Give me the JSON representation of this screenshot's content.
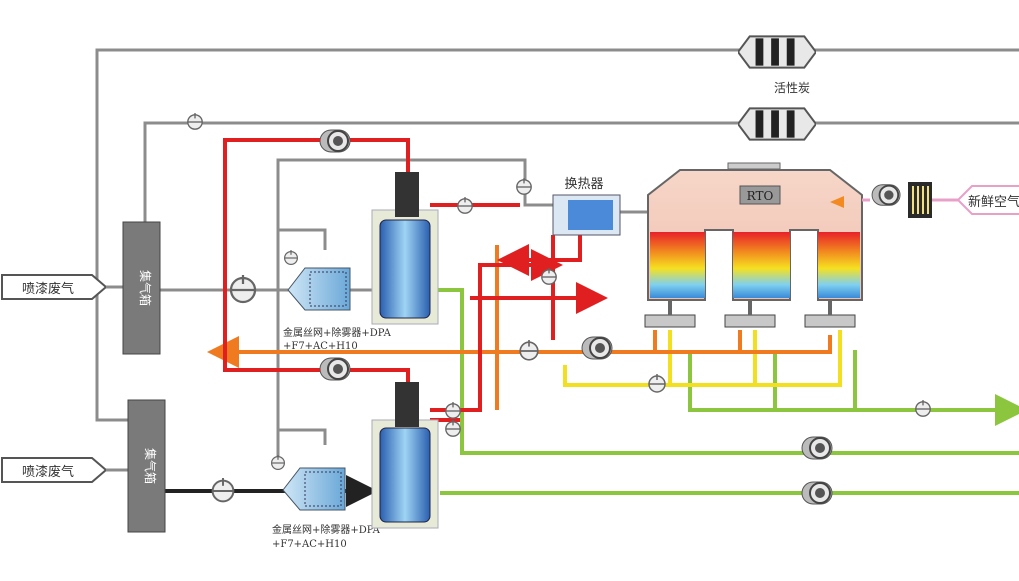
{
  "labels": {
    "inlet_1": "喷漆废气",
    "inlet_2": "喷漆废气",
    "collector_1": "集气箱",
    "collector_2": "集气箱",
    "filter_1_line1": "金属丝网+除雾器+DPA",
    "filter_1_line2": "+F7+AC+H10",
    "filter_2_line1": "金属丝网+除雾器+DPA",
    "filter_2_line2": "+F7+AC+H10",
    "heat_exchanger": "换热器",
    "rto": "RTO",
    "activated_carbon": "活性炭",
    "fresh_air": "新鲜空气"
  },
  "colors": {
    "gray_line": "#8c8c8c",
    "red_line": "#e02020",
    "orange_line": "#f07a20",
    "yellow_line": "#f2e020",
    "green_line": "#8cc63f",
    "fresh_air_line": "#e8a0c8",
    "collector_box": "#7a7a7a"
  },
  "icons": [
    "fan-icon",
    "valve-icon",
    "filter-icon",
    "tower-icon",
    "activated-carbon-icon",
    "heat-exchanger-icon",
    "burner-icon"
  ]
}
